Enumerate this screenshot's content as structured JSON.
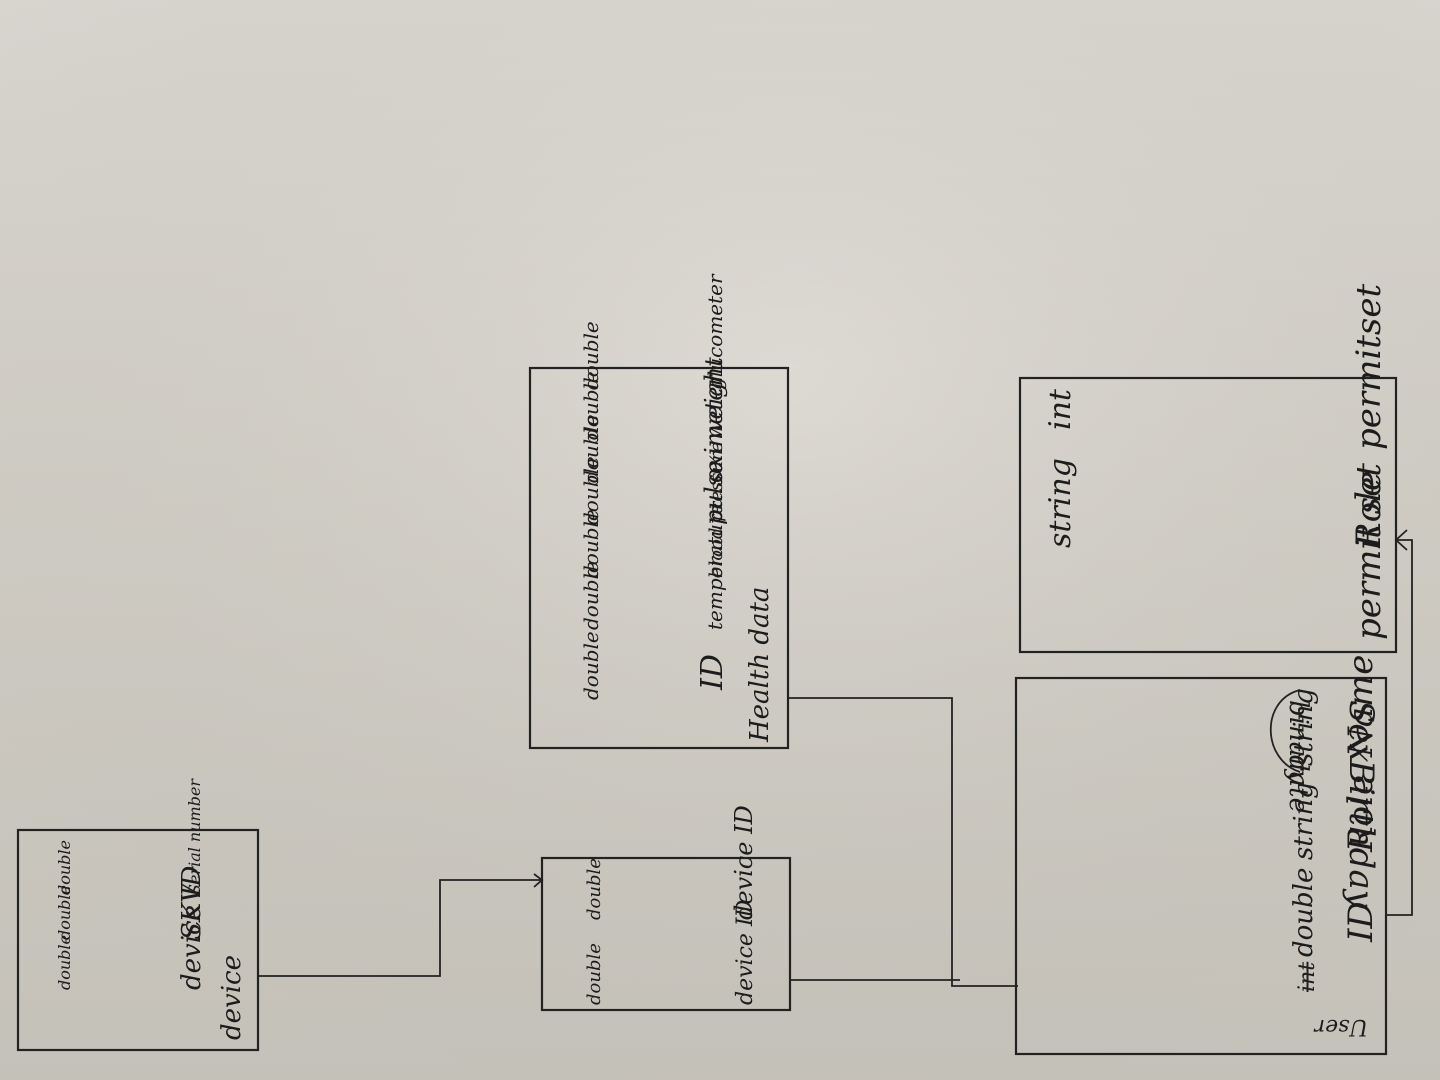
{
  "tables": {
    "user": {
      "title": "User",
      "fields": [
        {
          "name": "ID",
          "type": "double",
          "struck": "int"
        },
        {
          "name": "Role",
          "type": "string"
        },
        {
          "name": "Name",
          "type": "string"
        },
        {
          "name": "Birthday",
          "type": "date"
        },
        {
          "name": "Sex",
          "type": "binary"
        }
      ]
    },
    "permit_set": {
      "title": "permit set",
      "fields": [
        {
          "name": "Role",
          "type": "string"
        },
        {
          "name": "permitset",
          "type": "int"
        }
      ]
    },
    "health_data": {
      "title": "Health data",
      "fields": [
        {
          "name": "ID",
          "type": "double"
        },
        {
          "name": "temperature",
          "type": "double"
        },
        {
          "name": "blood pressure",
          "type": "double"
        },
        {
          "name": "pulse",
          "type": "double"
        },
        {
          "name": "oximeter",
          "type": "double"
        },
        {
          "name": "weight",
          "type": "double"
        },
        {
          "name": "glucometer",
          "type": "double"
        }
      ]
    },
    "link": {
      "fields": [
        {
          "name": "device ID",
          "type": "double"
        },
        {
          "name": "device ID",
          "type": "double"
        }
      ]
    },
    "device": {
      "title": "device",
      "fields": [
        {
          "name": "device ID",
          "type": "double"
        },
        {
          "name": "SKV",
          "type": "double"
        },
        {
          "name": "Serial number",
          "type": "double"
        }
      ]
    }
  }
}
